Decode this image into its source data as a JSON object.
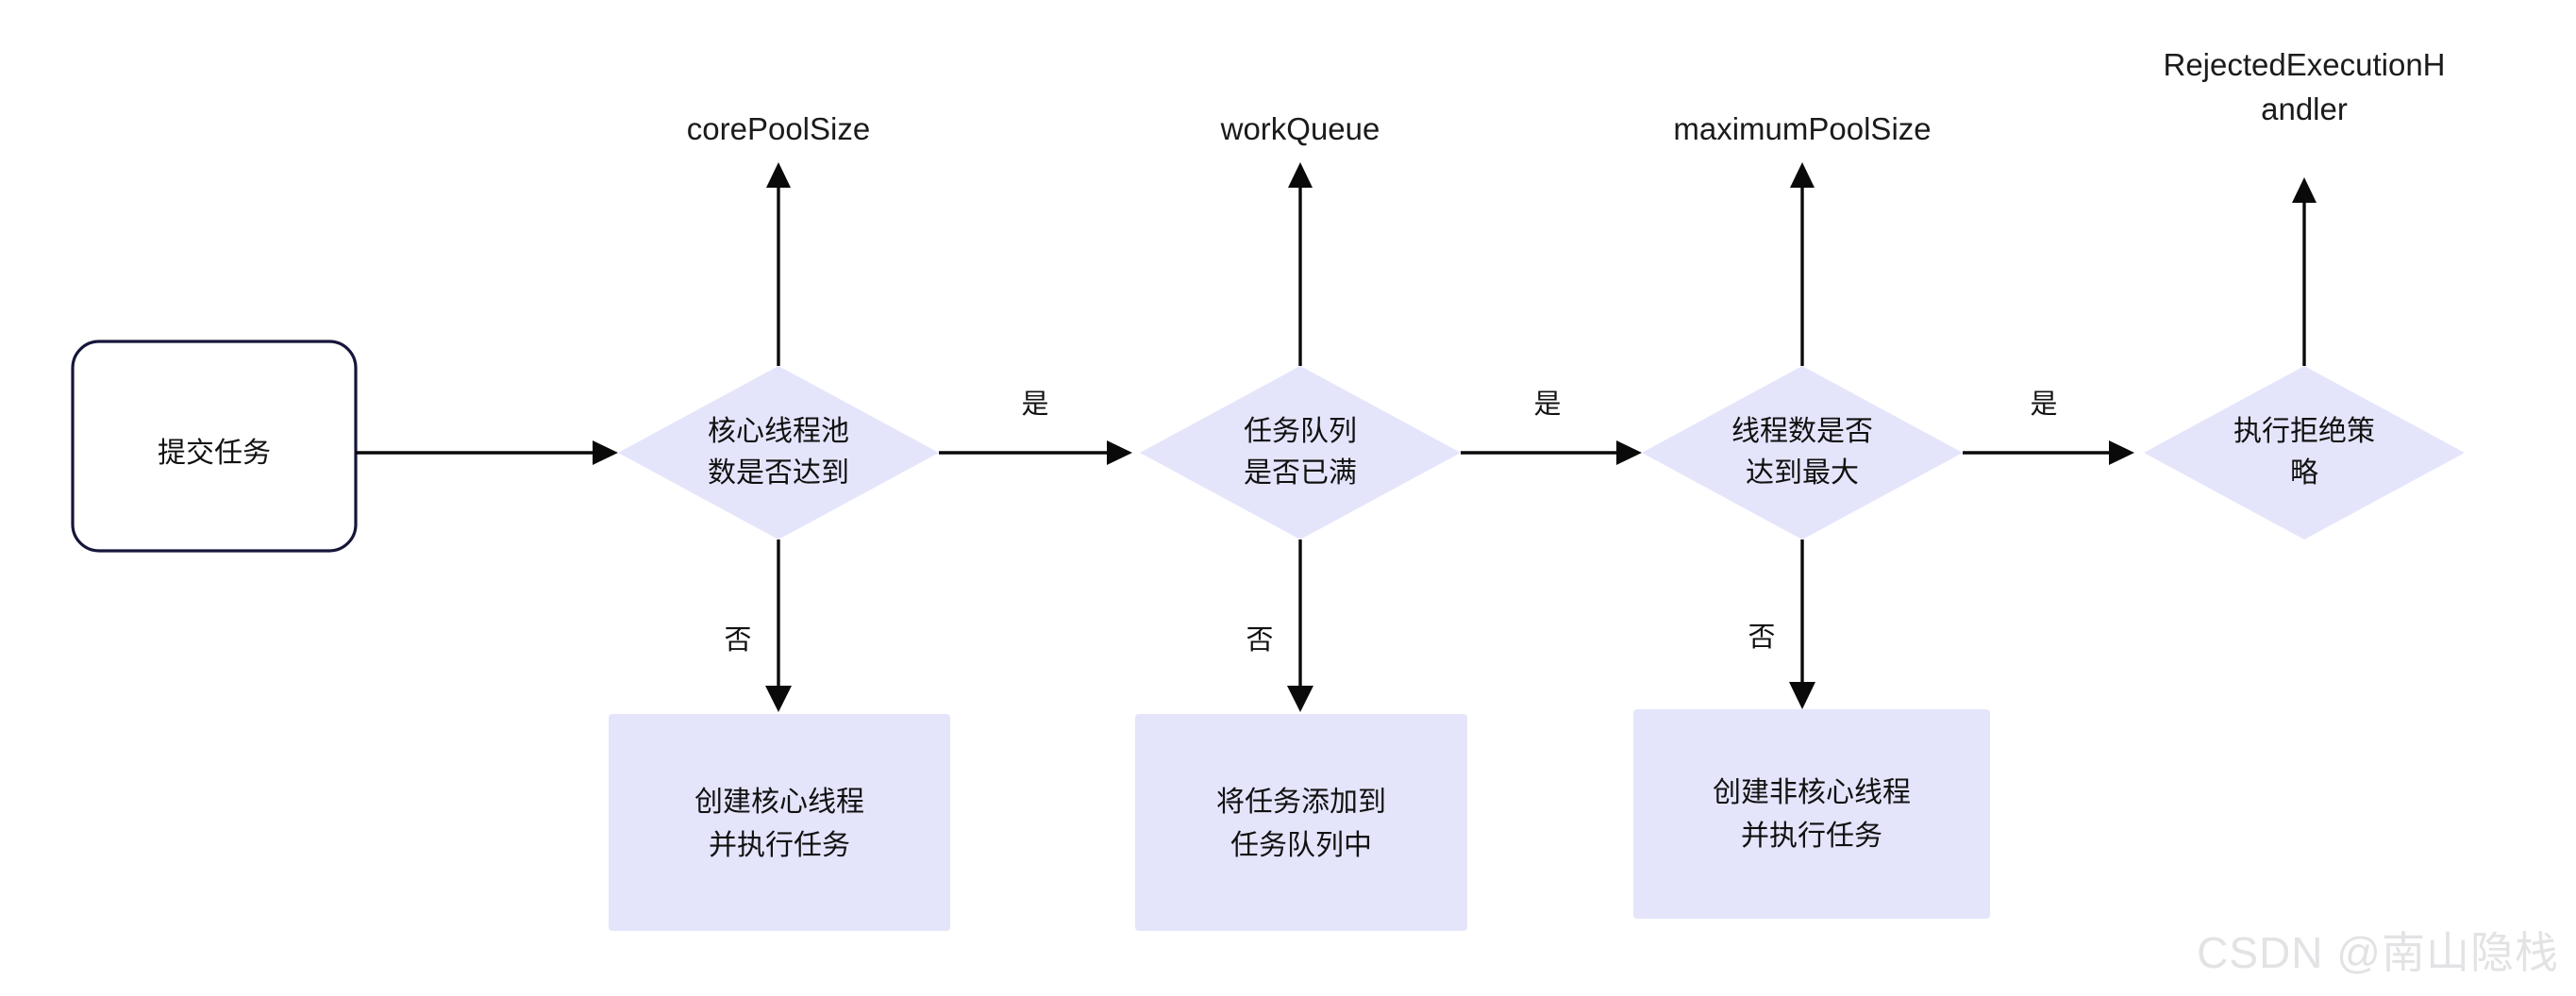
{
  "diagram": {
    "title": "Java ThreadPoolExecutor task submission flow",
    "colors": {
      "node_fill": "#E4E5FB",
      "start_border": "#16163C",
      "edge": "#0A0A0A",
      "text": "#111111",
      "background": "#FFFFFF",
      "watermark": "#E3E3E6"
    },
    "start_node": {
      "label": "提交任务",
      "shape": "rounded-rect"
    },
    "decisions": [
      {
        "id": "core-pool-size",
        "param_label": "corePoolSize",
        "line1": "核心线程池",
        "line2": "数是否达到",
        "yes_label": "是",
        "no_label": "否",
        "no_action_line1": "创建核心线程",
        "no_action_line2": "并执行任务"
      },
      {
        "id": "work-queue",
        "param_label": "workQueue",
        "line1": "任务队列",
        "line2": "是否已满",
        "yes_label": "是",
        "no_label": "否",
        "no_action_line1": "将任务添加到",
        "no_action_line2": "任务队列中"
      },
      {
        "id": "maximum-pool-size",
        "param_label": "maximumPoolSize",
        "line1": "线程数是否",
        "line2": "达到最大",
        "yes_label": "是",
        "no_label": "否",
        "no_action_line1": "创建非核心线程",
        "no_action_line2": "并执行任务"
      }
    ],
    "terminal": {
      "id": "reject-policy",
      "param_label_line1": "RejectedExecutionH",
      "param_label_line2": "andler",
      "line1": "执行拒绝策",
      "line2": "略"
    },
    "watermark": "CSDN @南山隐栈"
  }
}
